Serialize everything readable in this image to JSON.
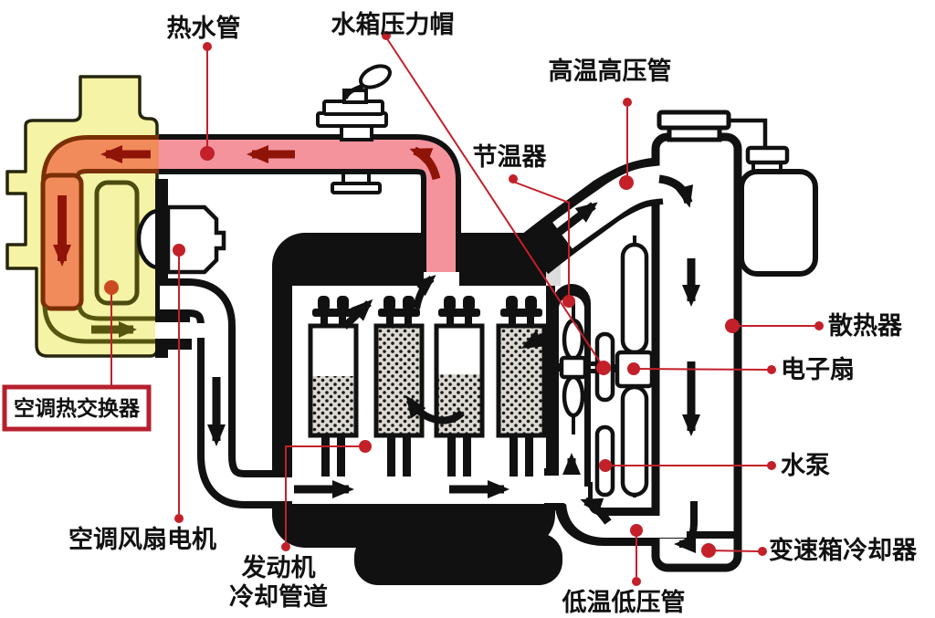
{
  "diagram": {
    "description": "Automotive engine cooling system schematic",
    "labels": {
      "hot_water_pipe": "热水管",
      "tank_pressure_cap": "水箱压力帽",
      "high_temp_high_pressure_pipe": "高温高压管",
      "thermostat": "节温器",
      "radiator": "散热器",
      "electric_fan": "电子扇",
      "water_pump": "水泵",
      "transmission_cooler": "变速箱冷却器",
      "low_temp_low_pressure_pipe": "低温低压管",
      "engine_cooling_line1": "发动机",
      "engine_cooling_line2": "冷却管道",
      "ac_fan_motor": "空调风扇电机",
      "ac_heat_exchanger": "空调热交换器"
    },
    "colors": {
      "leader_red": "#C3202A",
      "heat_exchanger_box_red": "#B6202E",
      "hot_pipe_pink": "#F5939D",
      "heater_orange": "#F28B5B",
      "heater_yellow": "#F5F3A5",
      "dark_flow_arrow": "#8F1408",
      "olive_duct": "#565610",
      "piston_dot_gray": "#DCD9D2",
      "outline_black": "#111111"
    }
  }
}
